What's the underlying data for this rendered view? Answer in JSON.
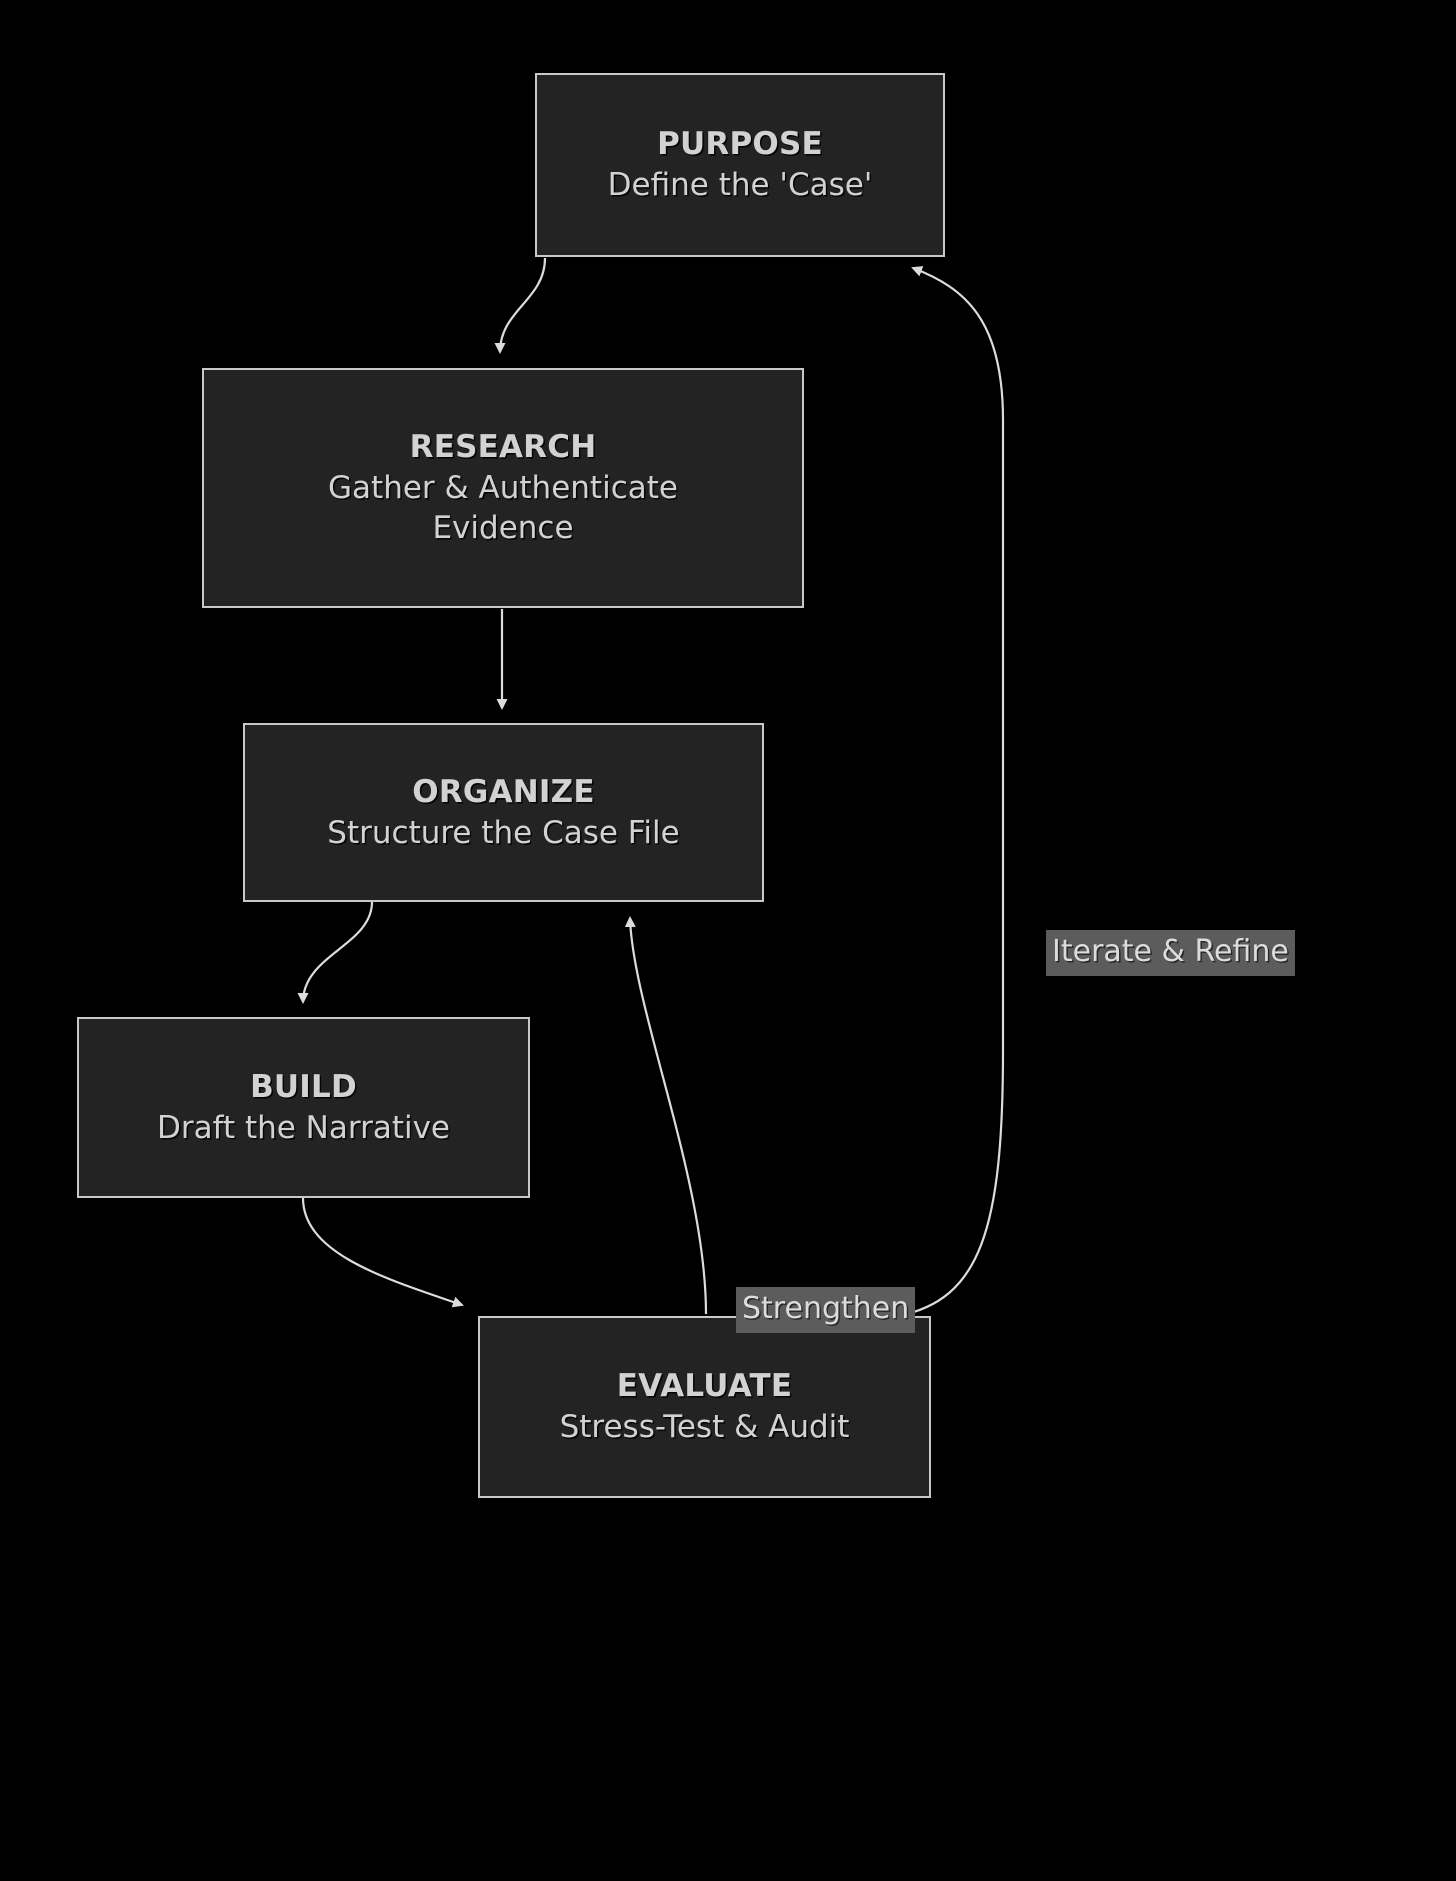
{
  "diagram": {
    "type": "flowchart",
    "direction": "top-to-bottom",
    "background_color": "#000000",
    "node_fill_color": "#232323",
    "node_border_color": "#c8c8c8",
    "node_text_color": "#d2d2d2",
    "edge_color": "#dcdcdc",
    "edge_label_background": "#5c5c5c",
    "nodes": [
      {
        "id": "purpose",
        "title": "PURPOSE",
        "subtitle": "Define the 'Case'"
      },
      {
        "id": "research",
        "title": "RESEARCH",
        "subtitle": "Gather & Authenticate Evidence"
      },
      {
        "id": "organize",
        "title": "ORGANIZE",
        "subtitle": "Structure the Case File"
      },
      {
        "id": "build",
        "title": "BUILD",
        "subtitle": "Draft the Narrative"
      },
      {
        "id": "evaluate",
        "title": "EVALUATE",
        "subtitle": "Stress-Test & Audit"
      }
    ],
    "edges": [
      {
        "id": "purpose-research",
        "from": "purpose",
        "to": "research",
        "label": ""
      },
      {
        "id": "research-organize",
        "from": "research",
        "to": "organize",
        "label": ""
      },
      {
        "id": "organize-build",
        "from": "organize",
        "to": "build",
        "label": ""
      },
      {
        "id": "build-evaluate",
        "from": "build",
        "to": "evaluate",
        "label": ""
      },
      {
        "id": "evaluate-organize",
        "from": "evaluate",
        "to": "organize",
        "label": "Strengthen"
      },
      {
        "id": "evaluate-purpose",
        "from": "evaluate",
        "to": "purpose",
        "label": "Iterate & Refine"
      }
    ]
  }
}
